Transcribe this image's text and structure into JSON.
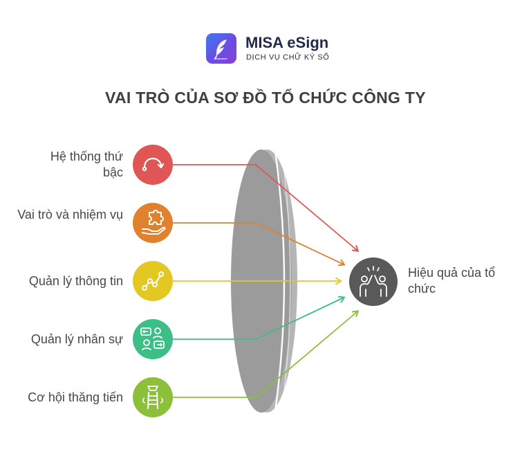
{
  "logo": {
    "name": "MISA eSign",
    "subtitle": "DỊCH VỤ CHỮ KÝ SỐ",
    "icon": "quill-icon"
  },
  "title": "VAI TRÒ CỦA SƠ ĐỒ TỔ CHỨC CÔNG TY",
  "inputs": [
    {
      "label": "Hệ thống thứ bậc",
      "color": "#e05654",
      "icon": "curved-arrow-icon"
    },
    {
      "label": "Vai trò và nhiệm vụ",
      "color": "#e0822d",
      "icon": "puzzle-hand-icon"
    },
    {
      "label": "Quản lý thông tin",
      "color": "#e3c823",
      "icon": "line-graph-icon"
    },
    {
      "label": "Quản lý nhân sự",
      "color": "#3cbf86",
      "icon": "people-exchange-icon"
    },
    {
      "label": "Cơ hội thăng tiến",
      "color": "#8cbf3a",
      "icon": "ladder-icon"
    }
  ],
  "output": {
    "label": "Hiệu quả của tổ chức",
    "color": "#595959",
    "icon": "high-five-icon"
  },
  "lens_color": "#9b9b9b"
}
